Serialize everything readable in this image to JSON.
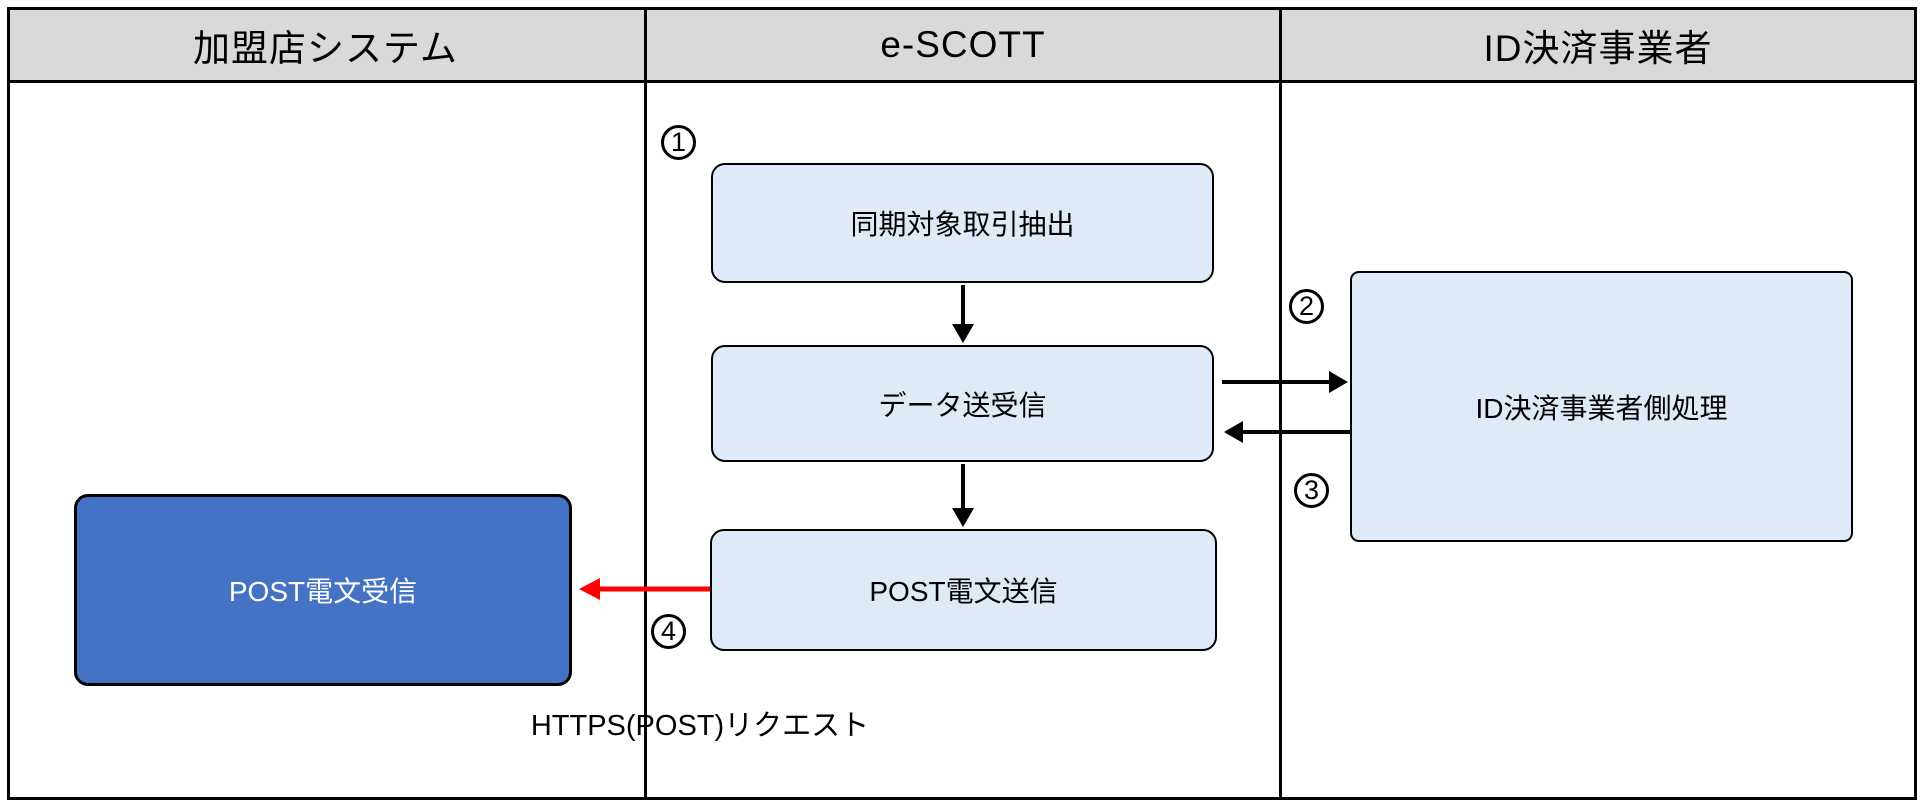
{
  "diagram": {
    "columns": [
      {
        "label": "加盟店システム"
      },
      {
        "label": "e-SCOTT"
      },
      {
        "label": "ID決済事業者"
      }
    ],
    "nodes": {
      "sync_extract": {
        "label": "同期対象取引抽出"
      },
      "data_transfer": {
        "label": "データ送受信"
      },
      "post_send": {
        "label": "POST電文送信"
      },
      "post_receive": {
        "label": "POST電文受信"
      },
      "id_side_process": {
        "label": "ID決済事業者側処理"
      }
    },
    "steps": [
      {
        "number": "1"
      },
      {
        "number": "2"
      },
      {
        "number": "3"
      },
      {
        "number": "4"
      }
    ],
    "annotations": {
      "https_request": "HTTPS(POST)リクエスト"
    },
    "colors": {
      "header_fill": "#d9d9d9",
      "process_fill": "#deebf7",
      "highlight_fill": "#4472c4",
      "highlight_text": "#ffffff",
      "line": "#000000",
      "red_arrow": "#ff0000"
    }
  }
}
